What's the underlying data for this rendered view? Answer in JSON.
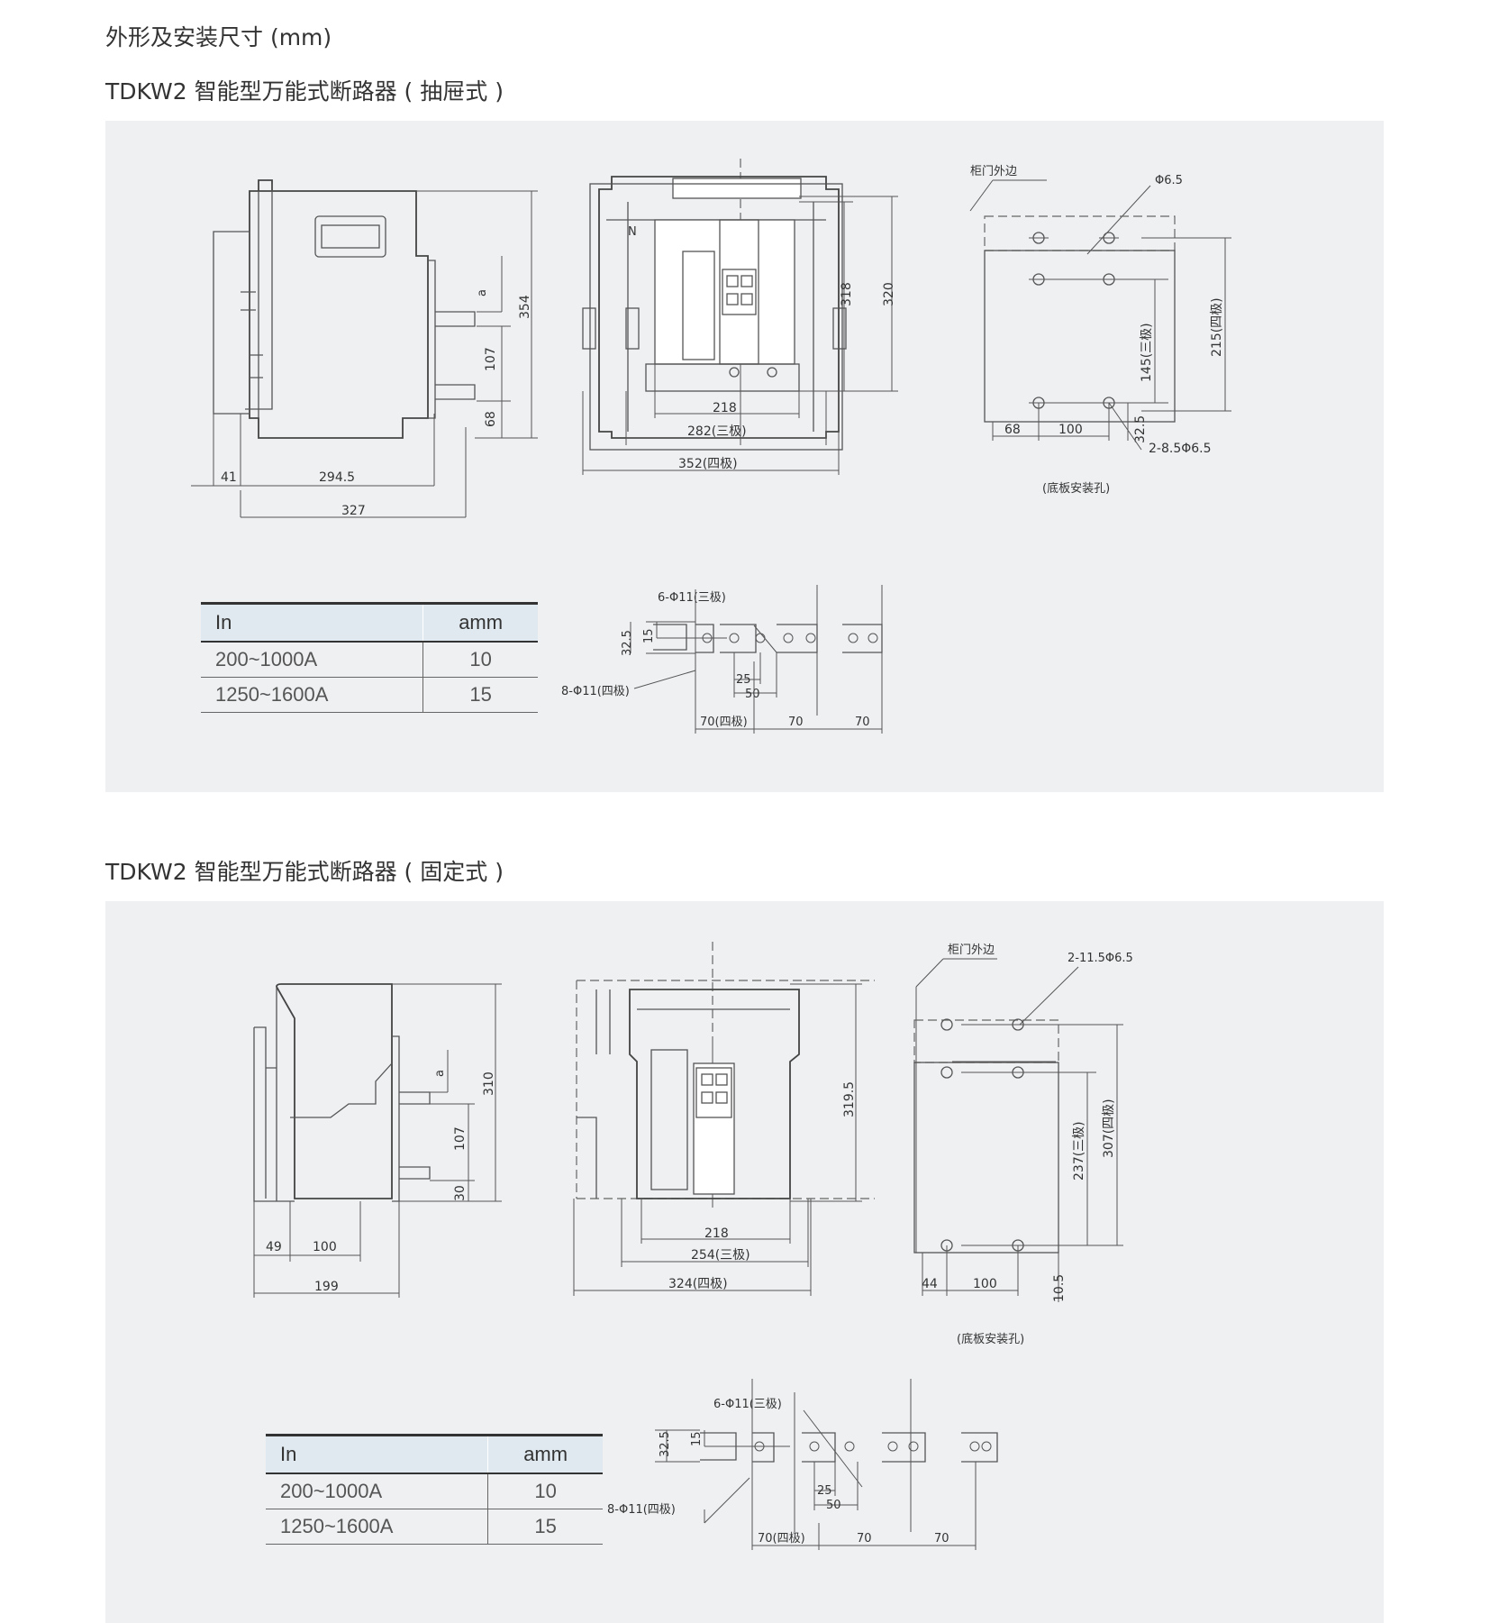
{
  "page_title": "外形及安装尺寸 (mm)",
  "section1": {
    "title": "TDKW2 智能型万能式断路器 ( 抽屉式 )",
    "side": {
      "a": "a",
      "d354": "354",
      "d107": "107",
      "d68": "68",
      "d41": "41",
      "d294": "294.5",
      "d327": "327"
    },
    "front": {
      "n": "N",
      "d318": "318",
      "d320": "320",
      "d218": "218",
      "d282": "282(三极)",
      "d352": "352(四极)"
    },
    "mount": {
      "door": "柜门外边",
      "phi": "Φ6.5",
      "d215": "215(四极)",
      "d145": "145(三极)",
      "d68": "68",
      "d100": "100",
      "d325": "32.5",
      "holes": "2-8.5Φ6.5",
      "caption": "(底板安装孔)"
    },
    "terminal": {
      "h6": "6-Φ11(三极)",
      "h8": "8-Φ11(四极)",
      "d325": "32.5",
      "d15": "15",
      "d25": "25",
      "d50": "50",
      "d70a": "70(四极)",
      "d70b": "70",
      "d70c": "70"
    },
    "table": {
      "headers": [
        "In",
        "amm"
      ],
      "rows": [
        [
          "200~1000A",
          "10"
        ],
        [
          "1250~1600A",
          "15"
        ]
      ]
    }
  },
  "section2": {
    "title": "TDKW2 智能型万能式断路器 ( 固定式 )",
    "side": {
      "a": "a",
      "d310": "310",
      "d107": "107",
      "d30": "30",
      "d49": "49",
      "d100": "100",
      "d199": "199"
    },
    "front": {
      "d3195": "319.5",
      "d218": "218",
      "d254": "254(三极)",
      "d324": "324(四极)"
    },
    "mount": {
      "door": "柜门外边",
      "holes": "2-11.5Φ6.5",
      "d307": "307(四极)",
      "d237": "237(三极)",
      "d44": "44",
      "d100": "100",
      "d105": "10.5",
      "caption": "(底板安装孔)"
    },
    "terminal": {
      "h6": "6-Φ11(三极)",
      "h8": "8-Φ11(四极)",
      "d325": "32.5",
      "d15": "15",
      "d25": "25",
      "d50": "50",
      "d70a": "70(四极)",
      "d70b": "70",
      "d70c": "70"
    },
    "table": {
      "headers": [
        "In",
        "amm"
      ],
      "rows": [
        [
          "200~1000A",
          "10"
        ],
        [
          "1250~1600A",
          "15"
        ]
      ]
    }
  }
}
